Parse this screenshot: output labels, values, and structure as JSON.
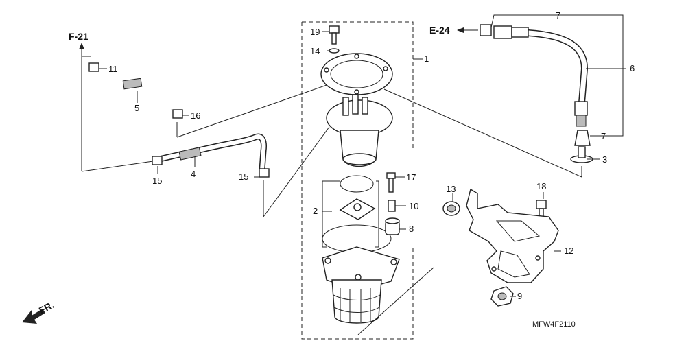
{
  "refs": {
    "f21": "F-21",
    "e24": "E-24",
    "front": "FR."
  },
  "diagram_code": "MFW4F2110",
  "callouts": {
    "c1": "1",
    "c2": "2",
    "c3": "3",
    "c4": "4",
    "c5": "5",
    "c6": "6",
    "c7a": "7",
    "c7b": "7",
    "c8": "8",
    "c9": "9",
    "c10": "10",
    "c11": "11",
    "c12": "12",
    "c13": "13",
    "c14": "14",
    "c15a": "15",
    "c15b": "15",
    "c16": "16",
    "c17": "17",
    "c18": "18",
    "c19": "19"
  }
}
